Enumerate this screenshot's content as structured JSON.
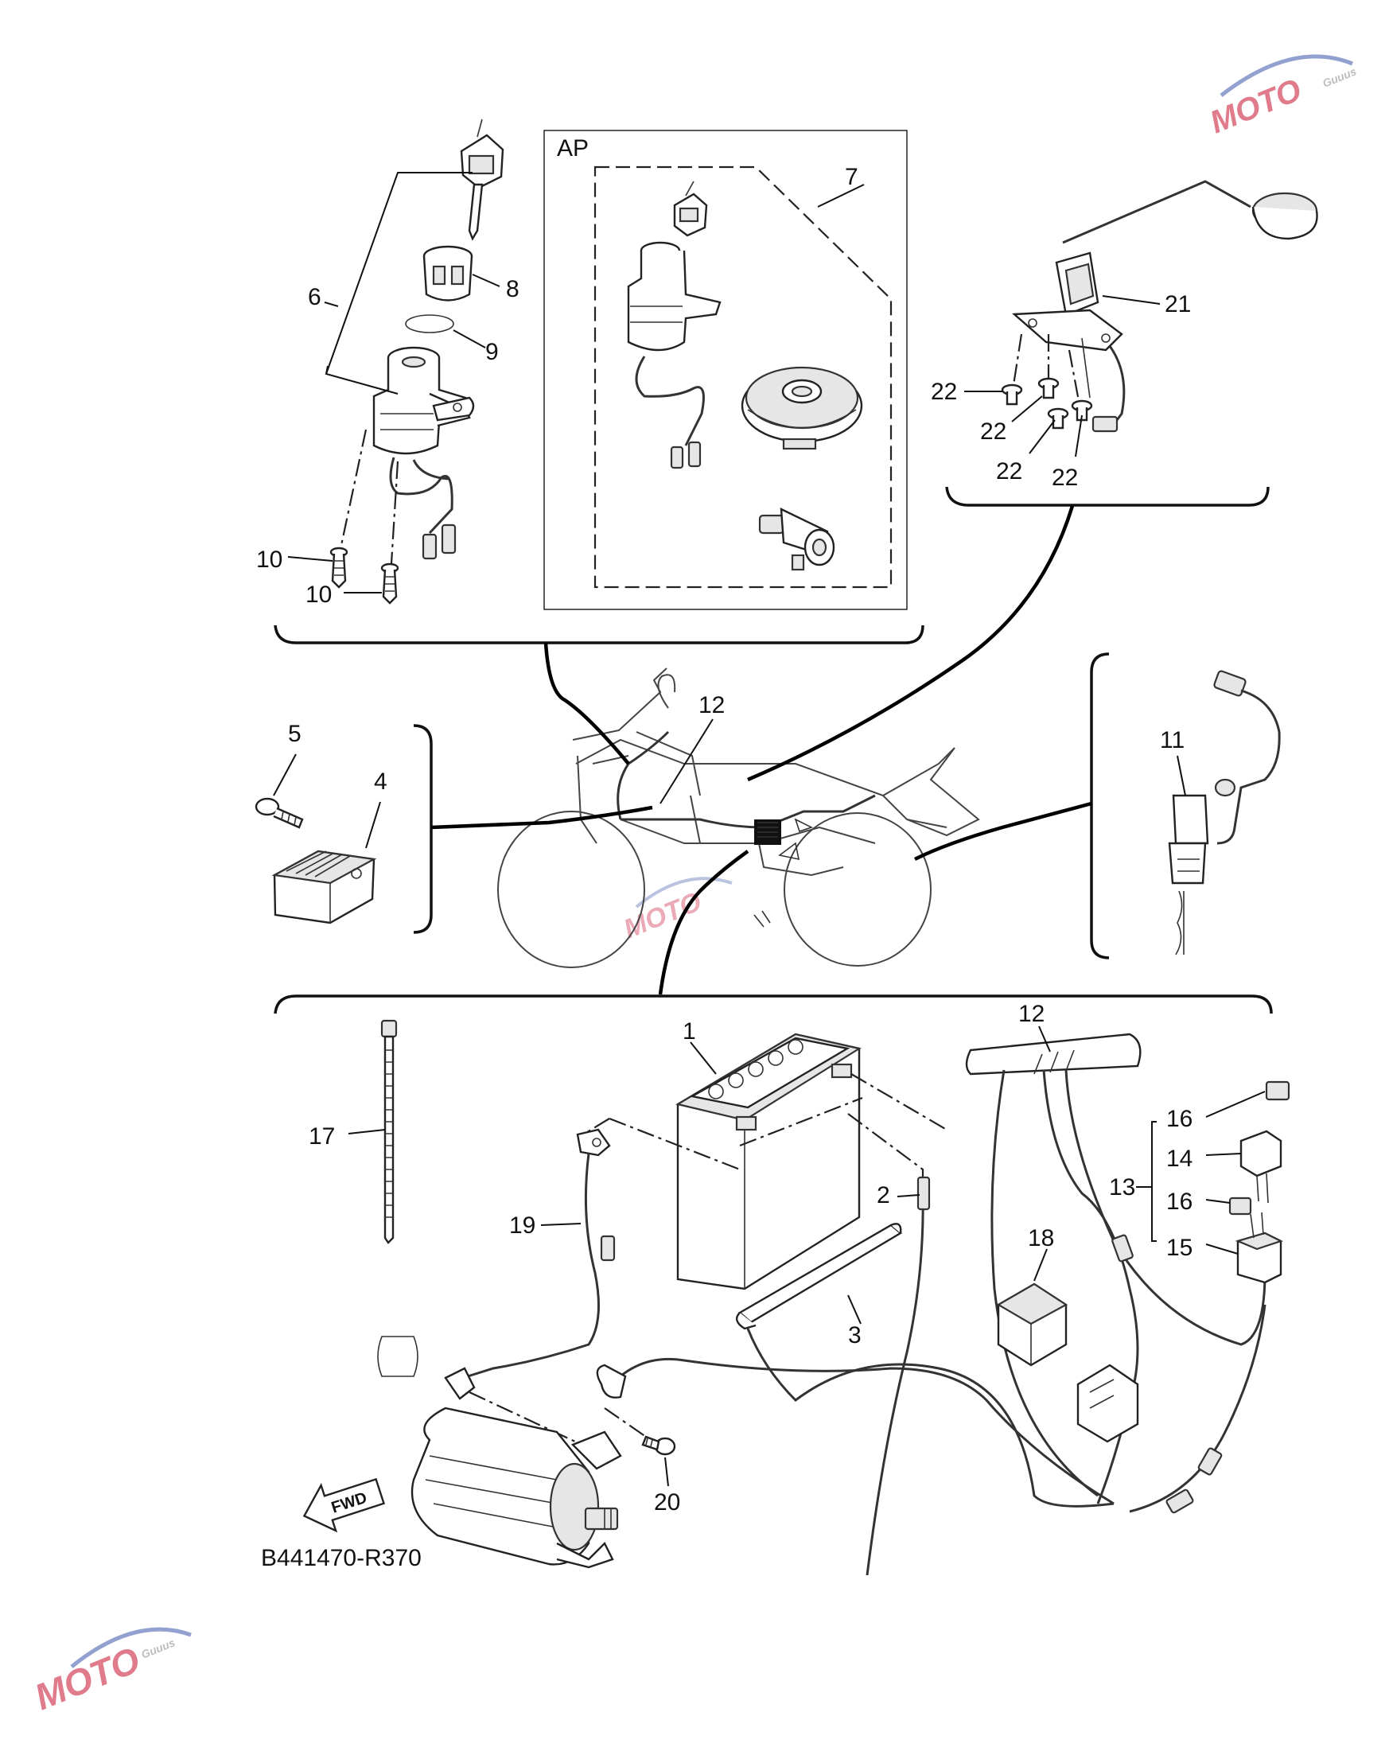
{
  "code": "B441470-R370",
  "ap_label": "AP",
  "fwd_label": "FWD",
  "watermark": {
    "brand": "MOTO",
    "sub": "Guuus",
    "color_red": "#c8102e",
    "color_blue": "#3a56a8"
  },
  "callouts": {
    "p1": "1",
    "p2": "2",
    "p3": "3",
    "p4": "4",
    "p5": "5",
    "p6": "6",
    "p7": "7",
    "p8": "8",
    "p9": "9",
    "p10a": "10",
    "p10b": "10",
    "p11": "11",
    "p12a": "12",
    "p12b": "12",
    "p13": "13",
    "p14": "14",
    "p15": "15",
    "p16a": "16",
    "p16b": "16",
    "p17": "17",
    "p18": "18",
    "p19": "19",
    "p20": "20",
    "p21": "21",
    "p22a": "22",
    "p22b": "22",
    "p22c": "22",
    "p22d": "22"
  }
}
